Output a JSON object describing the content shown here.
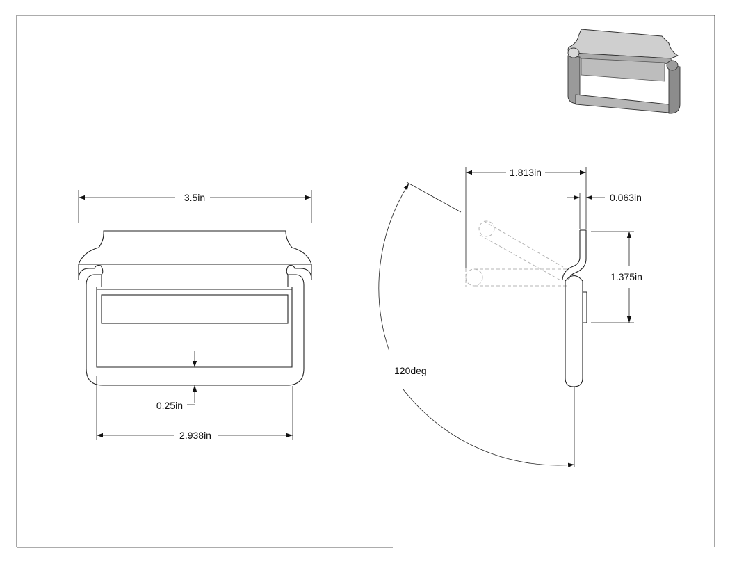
{
  "dimensions": {
    "overall_width": "3.5in",
    "inner_width": "2.938in",
    "bar_gap": "0.25in",
    "side_extent": "1.813in",
    "thickness": "0.063in",
    "plate_height": "1.375in",
    "swing_angle": "120deg"
  },
  "colors": {
    "line": "#222222",
    "hidden_line": "#b4b4b4",
    "iso_fill": "#c8c8c8",
    "iso_shade": "#8c8c8c"
  }
}
